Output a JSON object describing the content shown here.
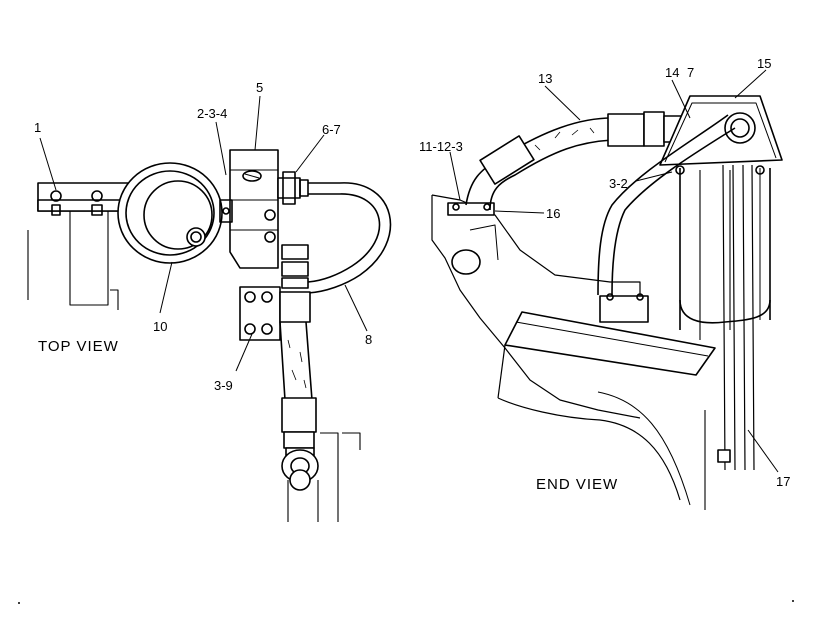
{
  "diagram": {
    "top_view": {
      "caption": "TOP VIEW",
      "callouts": {
        "c1": "1",
        "c2": "2-3-4",
        "c3": "5",
        "c4": "6-7",
        "c5": "10",
        "c6": "8",
        "c7": "3-9"
      }
    },
    "end_view": {
      "caption": "END VIEW",
      "callouts": {
        "c1": "13",
        "c2": "14",
        "c3": "7",
        "c4": "15",
        "c5": "11-12-3",
        "c6": "3-2",
        "c7": "16",
        "c8": "17"
      }
    }
  }
}
